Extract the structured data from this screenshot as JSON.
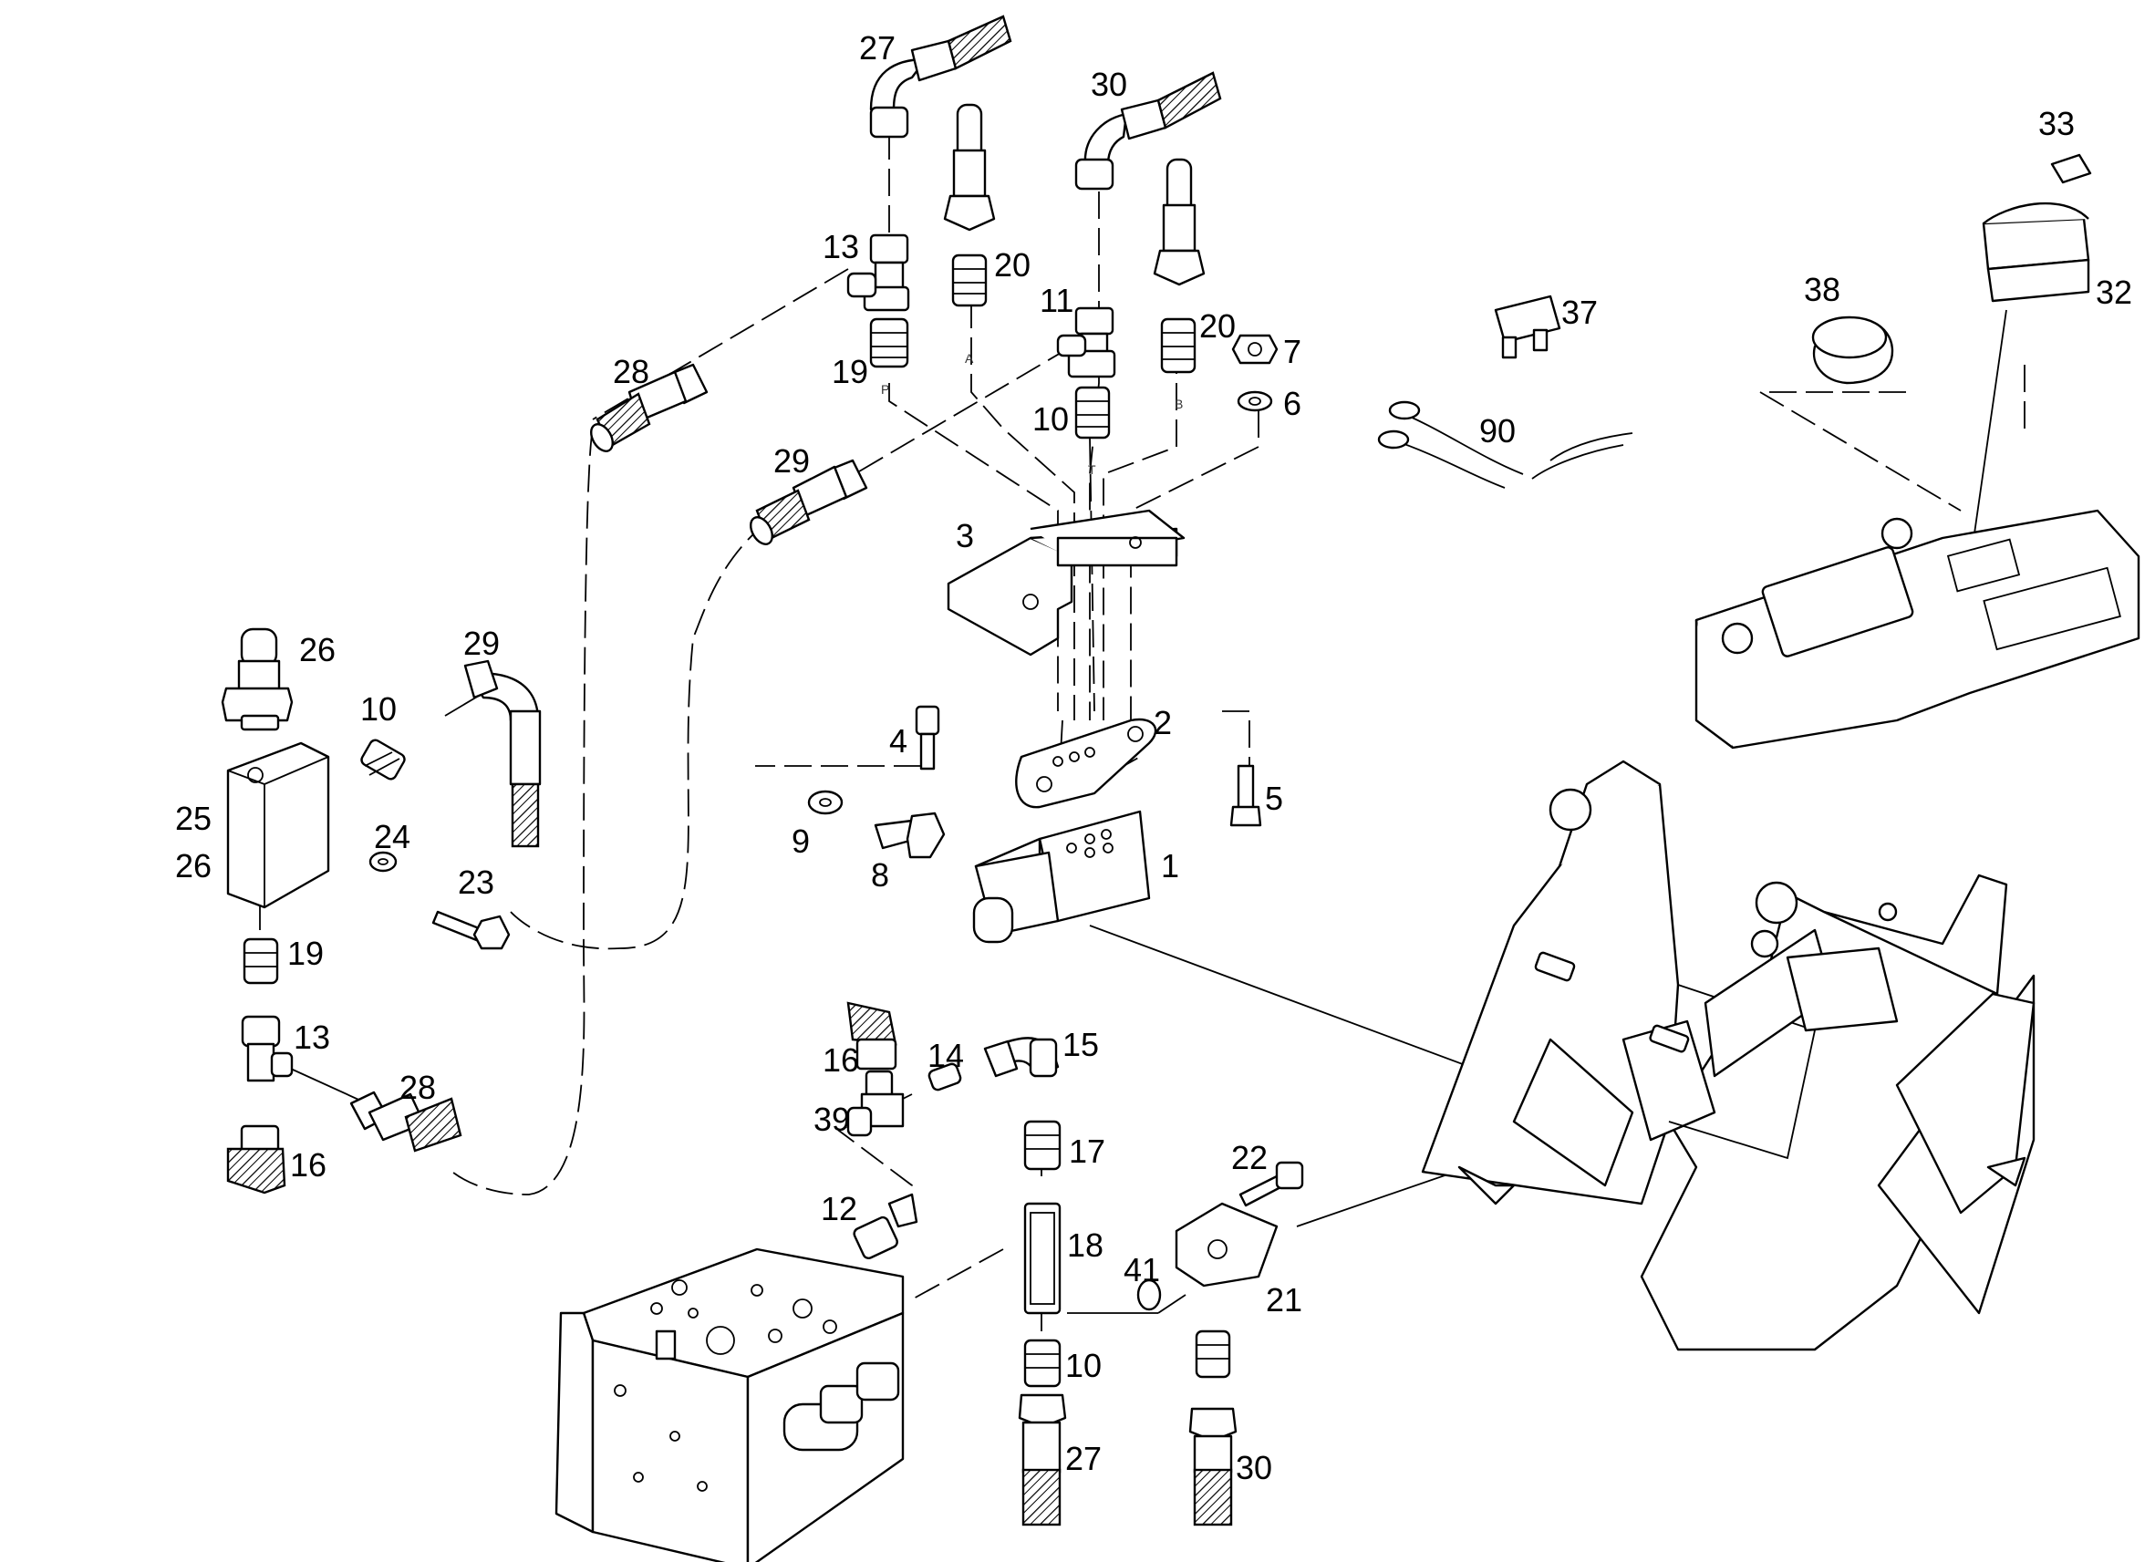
{
  "callouts": [
    {
      "id": "c27a",
      "text": "27"
    },
    {
      "id": "c30a",
      "text": "30"
    },
    {
      "id": "c33",
      "text": "33"
    },
    {
      "id": "c13a",
      "text": "13"
    },
    {
      "id": "c20a",
      "text": "20"
    },
    {
      "id": "c11",
      "text": "11"
    },
    {
      "id": "c20b",
      "text": "20"
    },
    {
      "id": "c7",
      "text": "7"
    },
    {
      "id": "c6",
      "text": "6"
    },
    {
      "id": "c37",
      "text": "37"
    },
    {
      "id": "c38",
      "text": "38"
    },
    {
      "id": "c32",
      "text": "32"
    },
    {
      "id": "c19a",
      "text": "19"
    },
    {
      "id": "c28a",
      "text": "28"
    },
    {
      "id": "c10a",
      "text": "10"
    },
    {
      "id": "c90",
      "text": "90"
    },
    {
      "id": "c29a",
      "text": "29"
    },
    {
      "id": "c3",
      "text": "3"
    },
    {
      "id": "c26a",
      "text": "26"
    },
    {
      "id": "c29b",
      "text": "29"
    },
    {
      "id": "c10b",
      "text": "10"
    },
    {
      "id": "c4",
      "text": "4"
    },
    {
      "id": "c2",
      "text": "2"
    },
    {
      "id": "c25",
      "text": "25"
    },
    {
      "id": "c24",
      "text": "24"
    },
    {
      "id": "c5",
      "text": "5"
    },
    {
      "id": "c26b",
      "text": "26"
    },
    {
      "id": "c9",
      "text": "9"
    },
    {
      "id": "c8",
      "text": "8"
    },
    {
      "id": "c1",
      "text": "1"
    },
    {
      "id": "c23",
      "text": "23"
    },
    {
      "id": "c19b",
      "text": "19"
    },
    {
      "id": "c13b",
      "text": "13"
    },
    {
      "id": "c16a",
      "text": "16"
    },
    {
      "id": "c14",
      "text": "14"
    },
    {
      "id": "c15",
      "text": "15"
    },
    {
      "id": "c28b",
      "text": "28"
    },
    {
      "id": "c39",
      "text": "39"
    },
    {
      "id": "c17",
      "text": "17"
    },
    {
      "id": "c16b",
      "text": "16"
    },
    {
      "id": "c22",
      "text": "22"
    },
    {
      "id": "c12",
      "text": "12"
    },
    {
      "id": "c18",
      "text": "18"
    },
    {
      "id": "c41",
      "text": "41"
    },
    {
      "id": "c21",
      "text": "21"
    },
    {
      "id": "c10c",
      "text": "10"
    },
    {
      "id": "c27b",
      "text": "27"
    },
    {
      "id": "c30b",
      "text": "30"
    }
  ],
  "port_labels": {
    "p": "P",
    "a": "A",
    "t": "T",
    "b": "B"
  }
}
